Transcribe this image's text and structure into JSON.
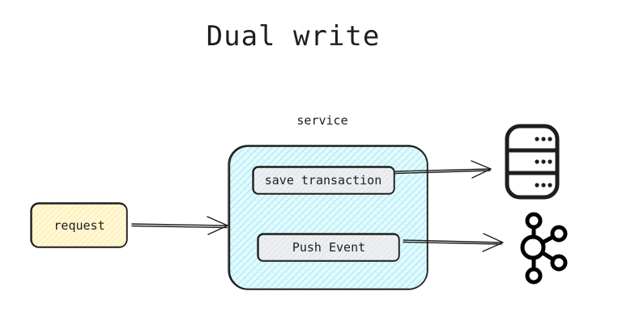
{
  "diagram": {
    "title": "Dual write",
    "service_label": "service",
    "request_label": "request",
    "save_transaction_label": "save transaction",
    "push_event_label": "Push Event"
  },
  "icons": {
    "database": "database-icon",
    "kafka": "kafka-icon"
  },
  "colors": {
    "request_fill": "#fff3bf",
    "service_fill": "#99e9f2",
    "action_fill": "#e9ecef",
    "stroke": "#1e1e1e"
  }
}
